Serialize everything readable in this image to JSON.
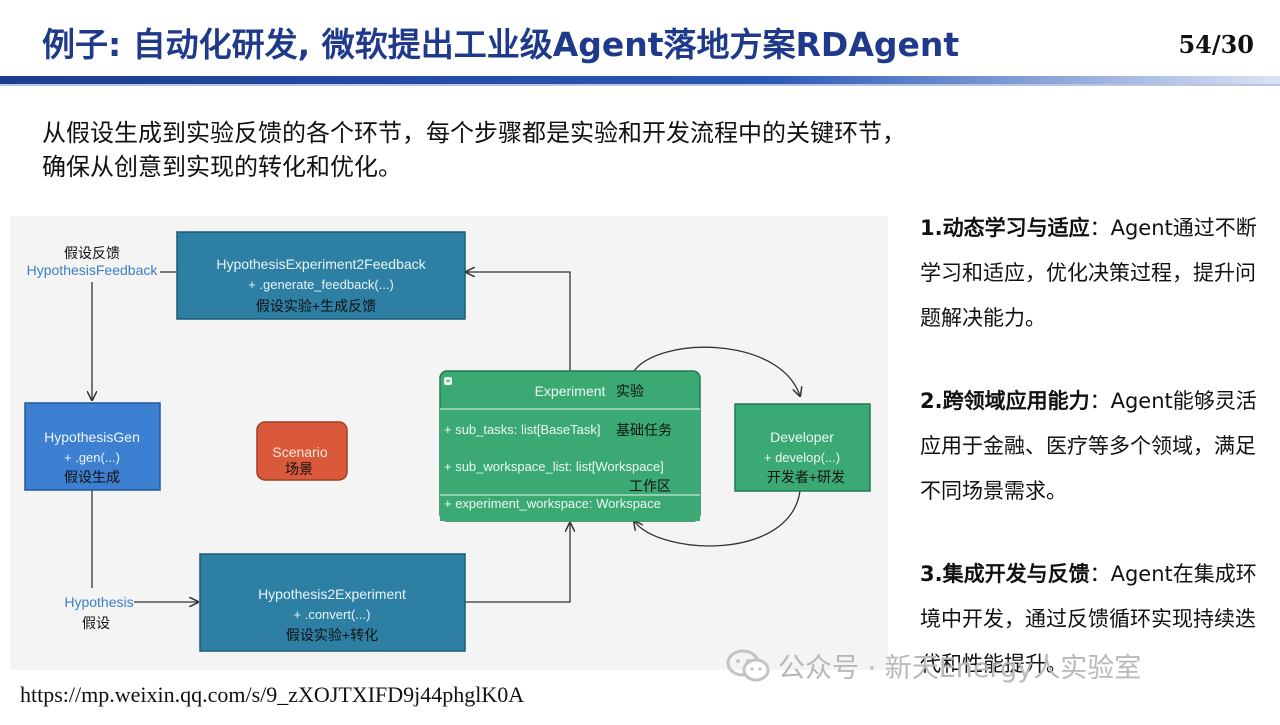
{
  "slide": {
    "title": "例子: 自动化研发, 微软提出工业级Agent落地方案RDAgent",
    "page": "54/30",
    "intro": "从假设生成到实验反馈的各个环节，每个步骤都是实验和开发流程中的关键环节，确保从创意到实现的转化和优化。",
    "url": "https://mp.weixin.qq.com/s/9_zXOJTXIFD9j44phglK0A",
    "watermark": "公众号 · 新天Energy人实验室"
  },
  "diagram": {
    "feedback": {
      "name": "HypothesisExperiment2Feedback",
      "method": "+ .generate_feedback(...)",
      "cn": "假设实验+生成反馈"
    },
    "gen": {
      "name": "HypothesisGen",
      "method": "+ .gen(...)",
      "cn": "假设生成"
    },
    "scenario": {
      "name": "Scenario",
      "cn": "场景"
    },
    "experiment": {
      "name": "Experiment",
      "cn": "实验",
      "f1": "+ sub_tasks: list[BaseTask]",
      "f1_cn": "基础任务",
      "f2": "+ sub_workspace_list: list[Workspace]",
      "f2_cn": "工作区",
      "f3": "+ experiment_workspace: Workspace"
    },
    "developer": {
      "name": "Developer",
      "method": "+ develop(...)",
      "cn": "开发者+研发"
    },
    "h2e": {
      "name": "Hypothesis2Experiment",
      "method": "+ .convert(...)",
      "cn": "假设实验+转化"
    },
    "label_feedback_cn": "假设反馈",
    "label_feedback_en": "HypothesisFeedback",
    "label_hyp_en": "Hypothesis",
    "label_hyp_cn": "假设"
  },
  "points": [
    {
      "head": "1.动态学习与适应",
      "body": "：Agent通过不断学习和适应，优化决策过程，提升问题解决能力。"
    },
    {
      "head": "2.跨领域应用能力",
      "body": "：Agent能够灵活应用于金融、医疗等多个领域，满足不同场景需求。"
    },
    {
      "head": "3.集成开发与反馈",
      "body": "：Agent在集成环境中开发，通过反馈循环实现持续迭代和性能提升。"
    }
  ],
  "colors": {
    "blue_box": "#2d7fa3",
    "gen_box": "#3d7fd1",
    "green_box": "#3aa974",
    "scenario_box": "#d9593a",
    "title": "#1f3a8a"
  }
}
